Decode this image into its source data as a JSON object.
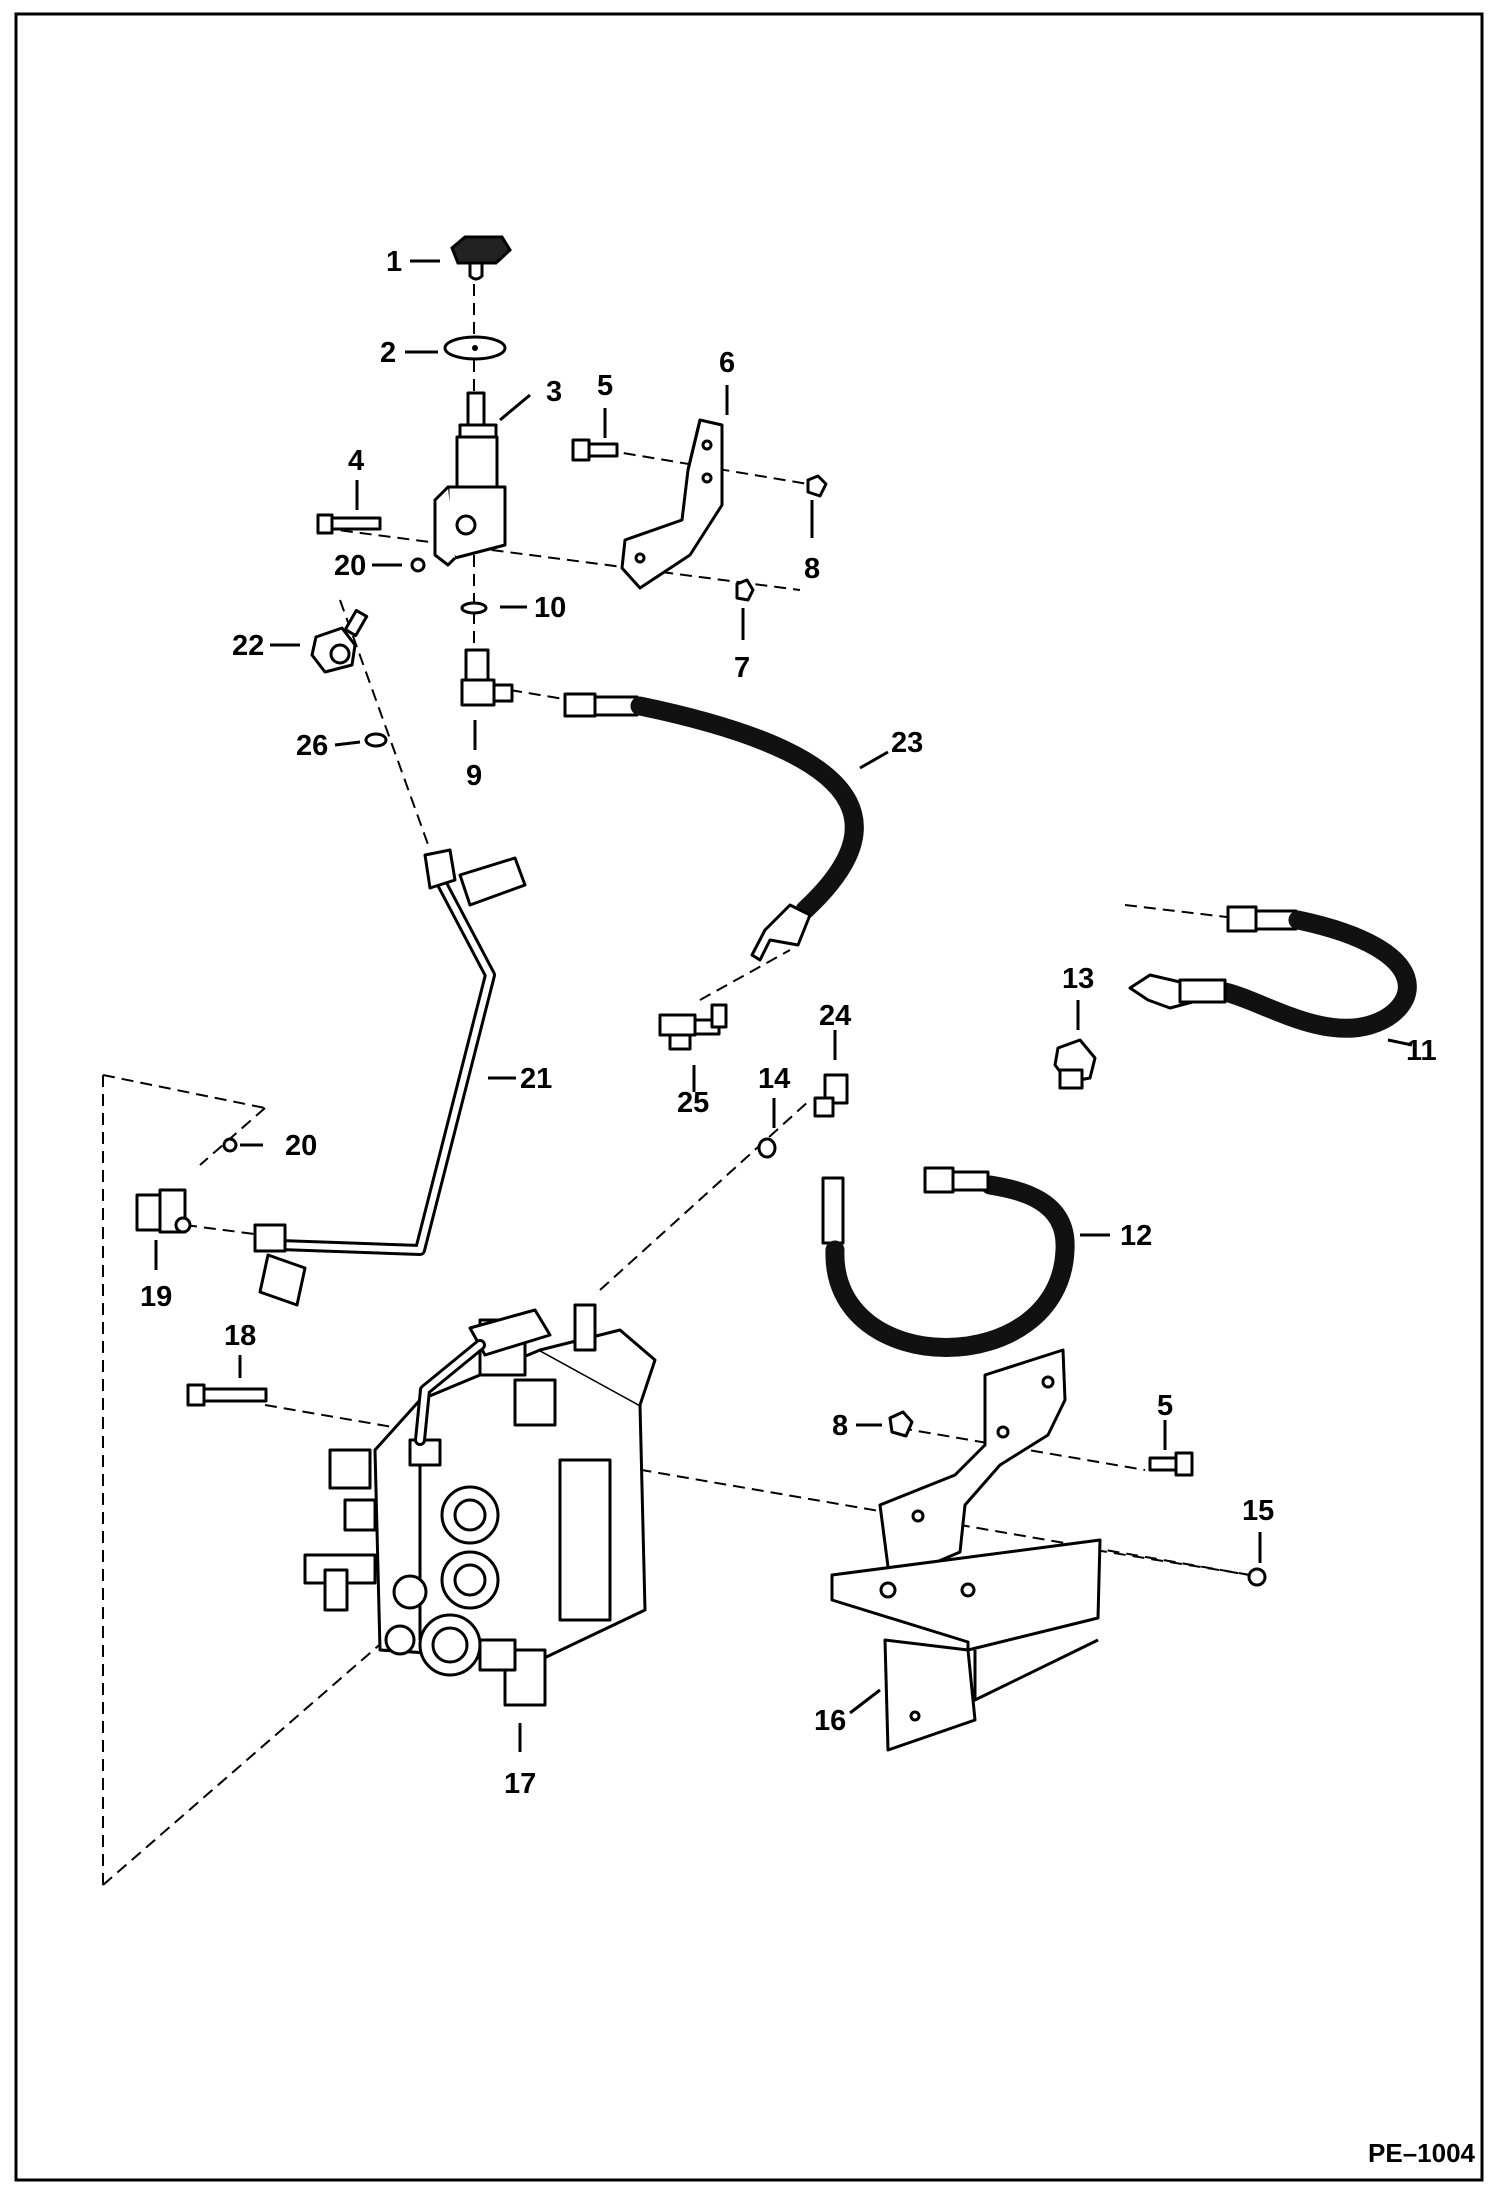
{
  "diagram": {
    "callouts": {
      "c1": "1",
      "c2": "2",
      "c3": "3",
      "c4": "4",
      "c5a": "5",
      "c5b": "5",
      "c6": "6",
      "c7": "7",
      "c8a": "8",
      "c8b": "8",
      "c9": "9",
      "c10": "10",
      "c11": "11",
      "c12": "12",
      "c13": "13",
      "c14": "14",
      "c15": "15",
      "c16": "16",
      "c17": "17",
      "c18": "18",
      "c19": "19",
      "c20a": "20",
      "c20b": "20",
      "c21": "21",
      "c22": "22",
      "c23": "23",
      "c24": "24",
      "c25": "25",
      "c26": "26"
    },
    "reference": "PE–1004"
  }
}
